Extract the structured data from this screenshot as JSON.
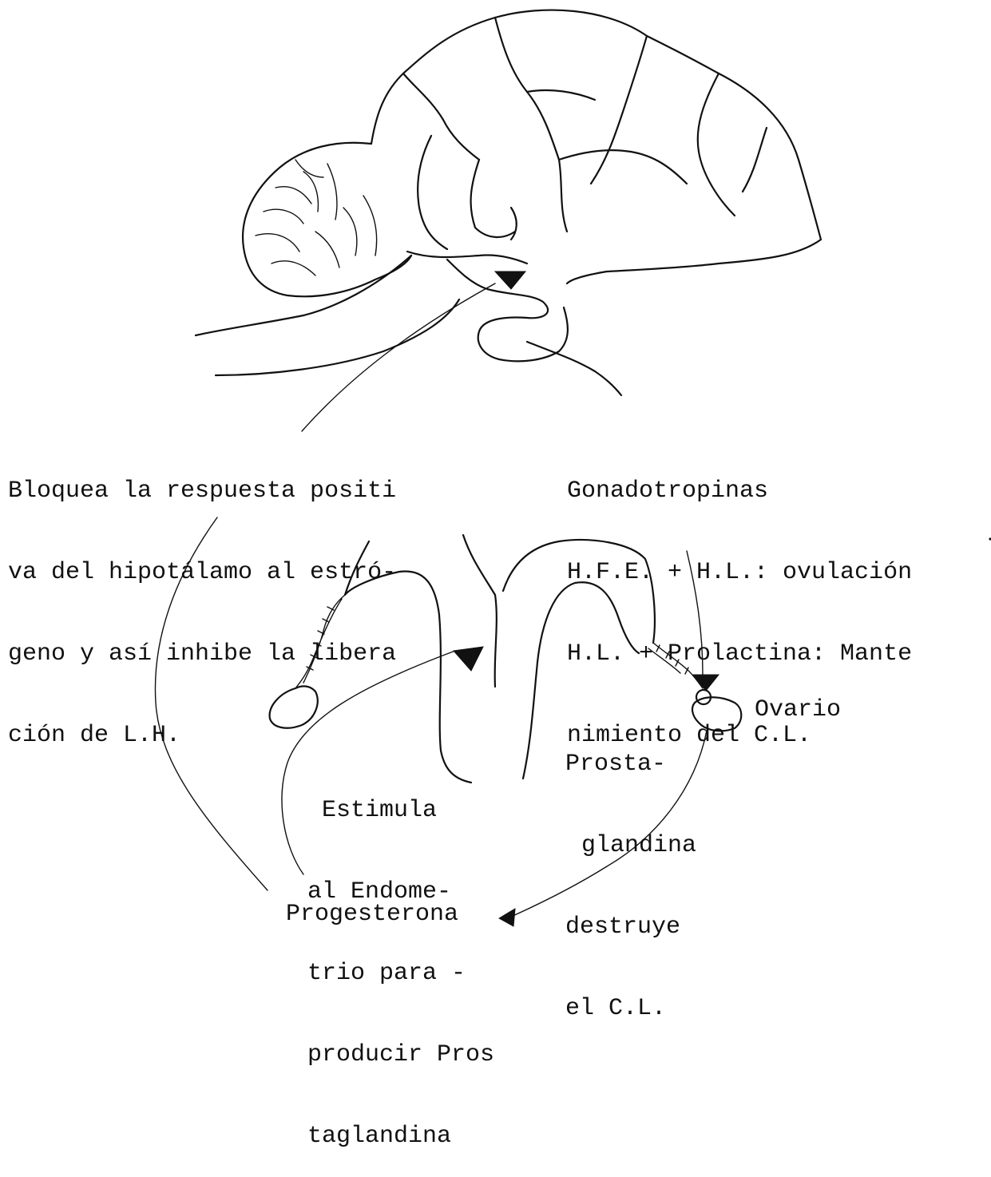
{
  "labels": {
    "hypothalamus_note": [
      "Bloquea la respuesta positi",
      "va del hipotálamo al estró-",
      "geno y así inhibe la libera",
      "ción de L.H."
    ],
    "gonadotropins_note": [
      "Gonadotropinas",
      "H.F.E. + H.L.: ovulación",
      "H.L. + Prolactina: Mante",
      "nimiento del C.L."
    ],
    "prostaglandin_note": [
      "Prosta-",
      "glandina",
      "destruye",
      "el C.L."
    ],
    "ovary_label": "Ovario",
    "endometrium_note": [
      "Estimula",
      "al Endome-",
      "trio para -",
      "producir Pros",
      "taglandina"
    ],
    "progesterone_label": "Progesterona"
  }
}
